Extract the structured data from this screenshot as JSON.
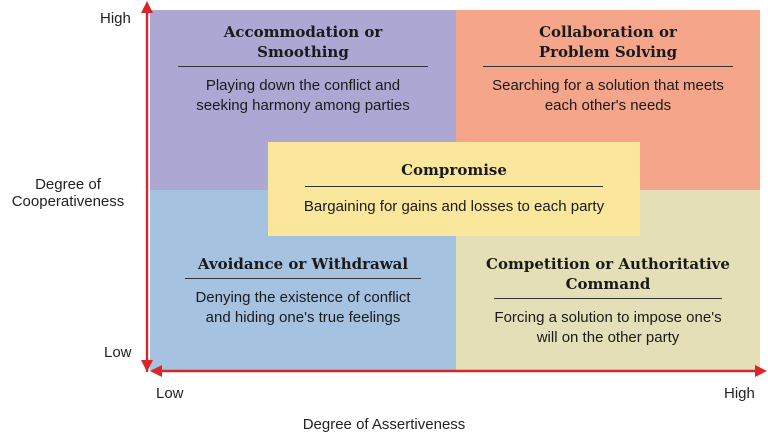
{
  "colors": {
    "accommodation": "#ada7d3",
    "collaboration": "#f4a58a",
    "avoidance": "#a6c2e1",
    "competition": "#e4dfb6",
    "compromise": "#fbe79b",
    "axis": "#d9262b"
  },
  "y_axis": {
    "high": "High",
    "low": "Low",
    "label": "Degree of\nCooperativeness"
  },
  "x_axis": {
    "low": "Low",
    "high": "High",
    "label": "Degree of Assertiveness"
  },
  "quadrants": {
    "accommodation": {
      "title": "Accommodation or\nSmoothing",
      "description": "Playing down the conflict and\nseeking harmony among parties"
    },
    "collaboration": {
      "title": "Collaboration or\nProblem Solving",
      "description": "Searching for a solution that meets\neach other's needs"
    },
    "avoidance": {
      "title": "Avoidance or Withdrawal",
      "description": "Denying the existence of conflict\nand hiding one's true feelings"
    },
    "competition": {
      "title": "Competition or Authoritative\nCommand",
      "description": "Forcing a solution to impose one's\nwill on the other party"
    }
  },
  "compromise": {
    "title": "Compromise",
    "description": "Bargaining for gains and losses to each party"
  }
}
